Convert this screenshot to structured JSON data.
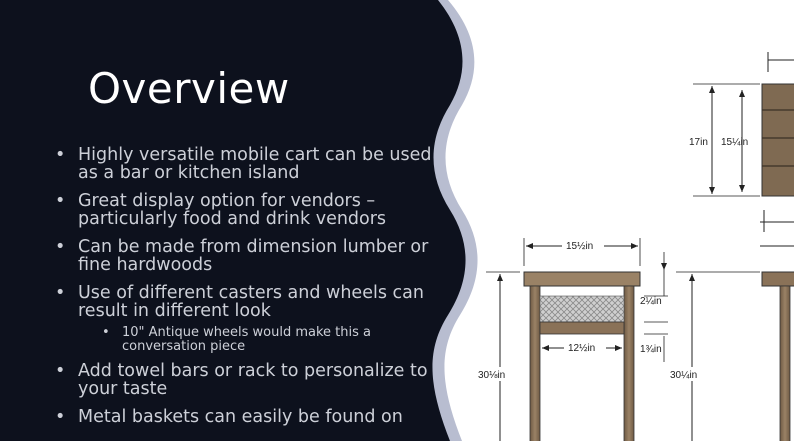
{
  "slide": {
    "title": "Overview",
    "bullets": [
      {
        "level": 1,
        "text": "Highly versatile mobile cart can be used as a bar or kitchen island"
      },
      {
        "level": 1,
        "text": "Great display option for vendors – particularly food and drink vendors"
      },
      {
        "level": 1,
        "text": "Can be made from dimension lumber or fine hardwoods"
      },
      {
        "level": 1,
        "text": "Use of different casters and wheels can result in different look"
      },
      {
        "level": 2,
        "text": "10\" Antique wheels would make this a conversation piece"
      },
      {
        "level": 1,
        "text": "Add towel bars or rack to personalize to your taste"
      },
      {
        "level": 1,
        "text": "Metal baskets can easily be found on"
      }
    ]
  },
  "diagram": {
    "labels": {
      "height_top": "17in",
      "width_top": "15¼in",
      "width_table": "15½in",
      "basket_height": "2¼in",
      "shelf_width": "12½in",
      "shelf_thick": "1¾in",
      "leg_height_left": "30⅛in",
      "leg_height_right": "30¼in"
    }
  },
  "colors": {
    "panel": "#0d111d",
    "wave_edge": "#b8bdd0",
    "text": "#cdd0d8",
    "wood": "#8a7258"
  }
}
